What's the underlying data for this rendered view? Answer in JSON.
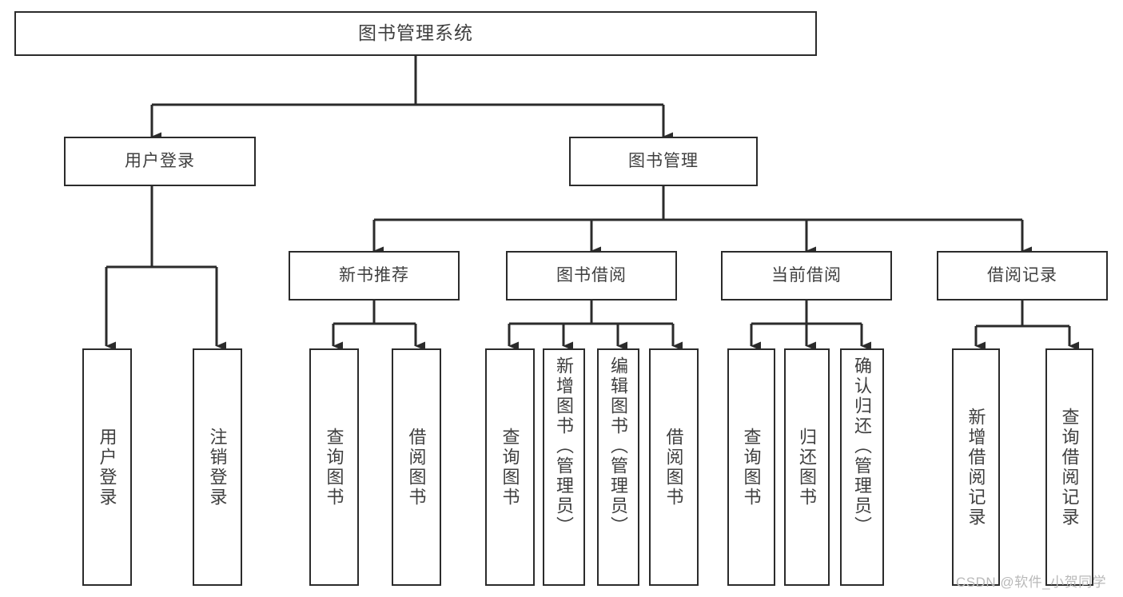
{
  "diagram": {
    "title": "图书管理系统",
    "type": "tree",
    "watermark": "CSDN @软件_小贺同学",
    "colors": {
      "box_border": "#2b2b2b",
      "text": "#3f3f3f",
      "connector": "#2b2b2b",
      "background": "#ffffff",
      "watermark": "#b9b9b9"
    },
    "root": {
      "label": "图书管理系统"
    },
    "level2": [
      {
        "id": "user-login",
        "label": "用户登录"
      },
      {
        "id": "book-manage",
        "label": "图书管理"
      }
    ],
    "level3": [
      {
        "id": "new-book-rec",
        "label": "新书推荐"
      },
      {
        "id": "book-borrow",
        "label": "图书借阅"
      },
      {
        "id": "current-borrow",
        "label": "当前借阅"
      },
      {
        "id": "borrow-record",
        "label": "借阅记录"
      }
    ],
    "leaves": {
      "user_login": [
        {
          "id": "leaf-user-login",
          "label": "用户登录"
        },
        {
          "id": "leaf-logout",
          "label": "注销登录"
        }
      ],
      "new_book_rec": [
        {
          "id": "leaf-query-book-1",
          "label": "查询图书"
        },
        {
          "id": "leaf-borrow-book-1",
          "label": "借阅图书"
        }
      ],
      "book_borrow": [
        {
          "id": "leaf-query-book-2",
          "label": "查询图书"
        },
        {
          "id": "leaf-add-book",
          "label": "新增图书（管理员）"
        },
        {
          "id": "leaf-edit-book",
          "label": "编辑图书（管理员）"
        },
        {
          "id": "leaf-borrow-book-2",
          "label": "借阅图书"
        }
      ],
      "current_borrow": [
        {
          "id": "leaf-query-book-3",
          "label": "查询图书"
        },
        {
          "id": "leaf-return-book",
          "label": "归还图书"
        },
        {
          "id": "leaf-confirm-return",
          "label": "确认归还（管理员）"
        }
      ],
      "borrow_record": [
        {
          "id": "leaf-add-record",
          "label": "新增借阅记录"
        },
        {
          "id": "leaf-query-record",
          "label": "查询借阅记录"
        }
      ]
    }
  }
}
